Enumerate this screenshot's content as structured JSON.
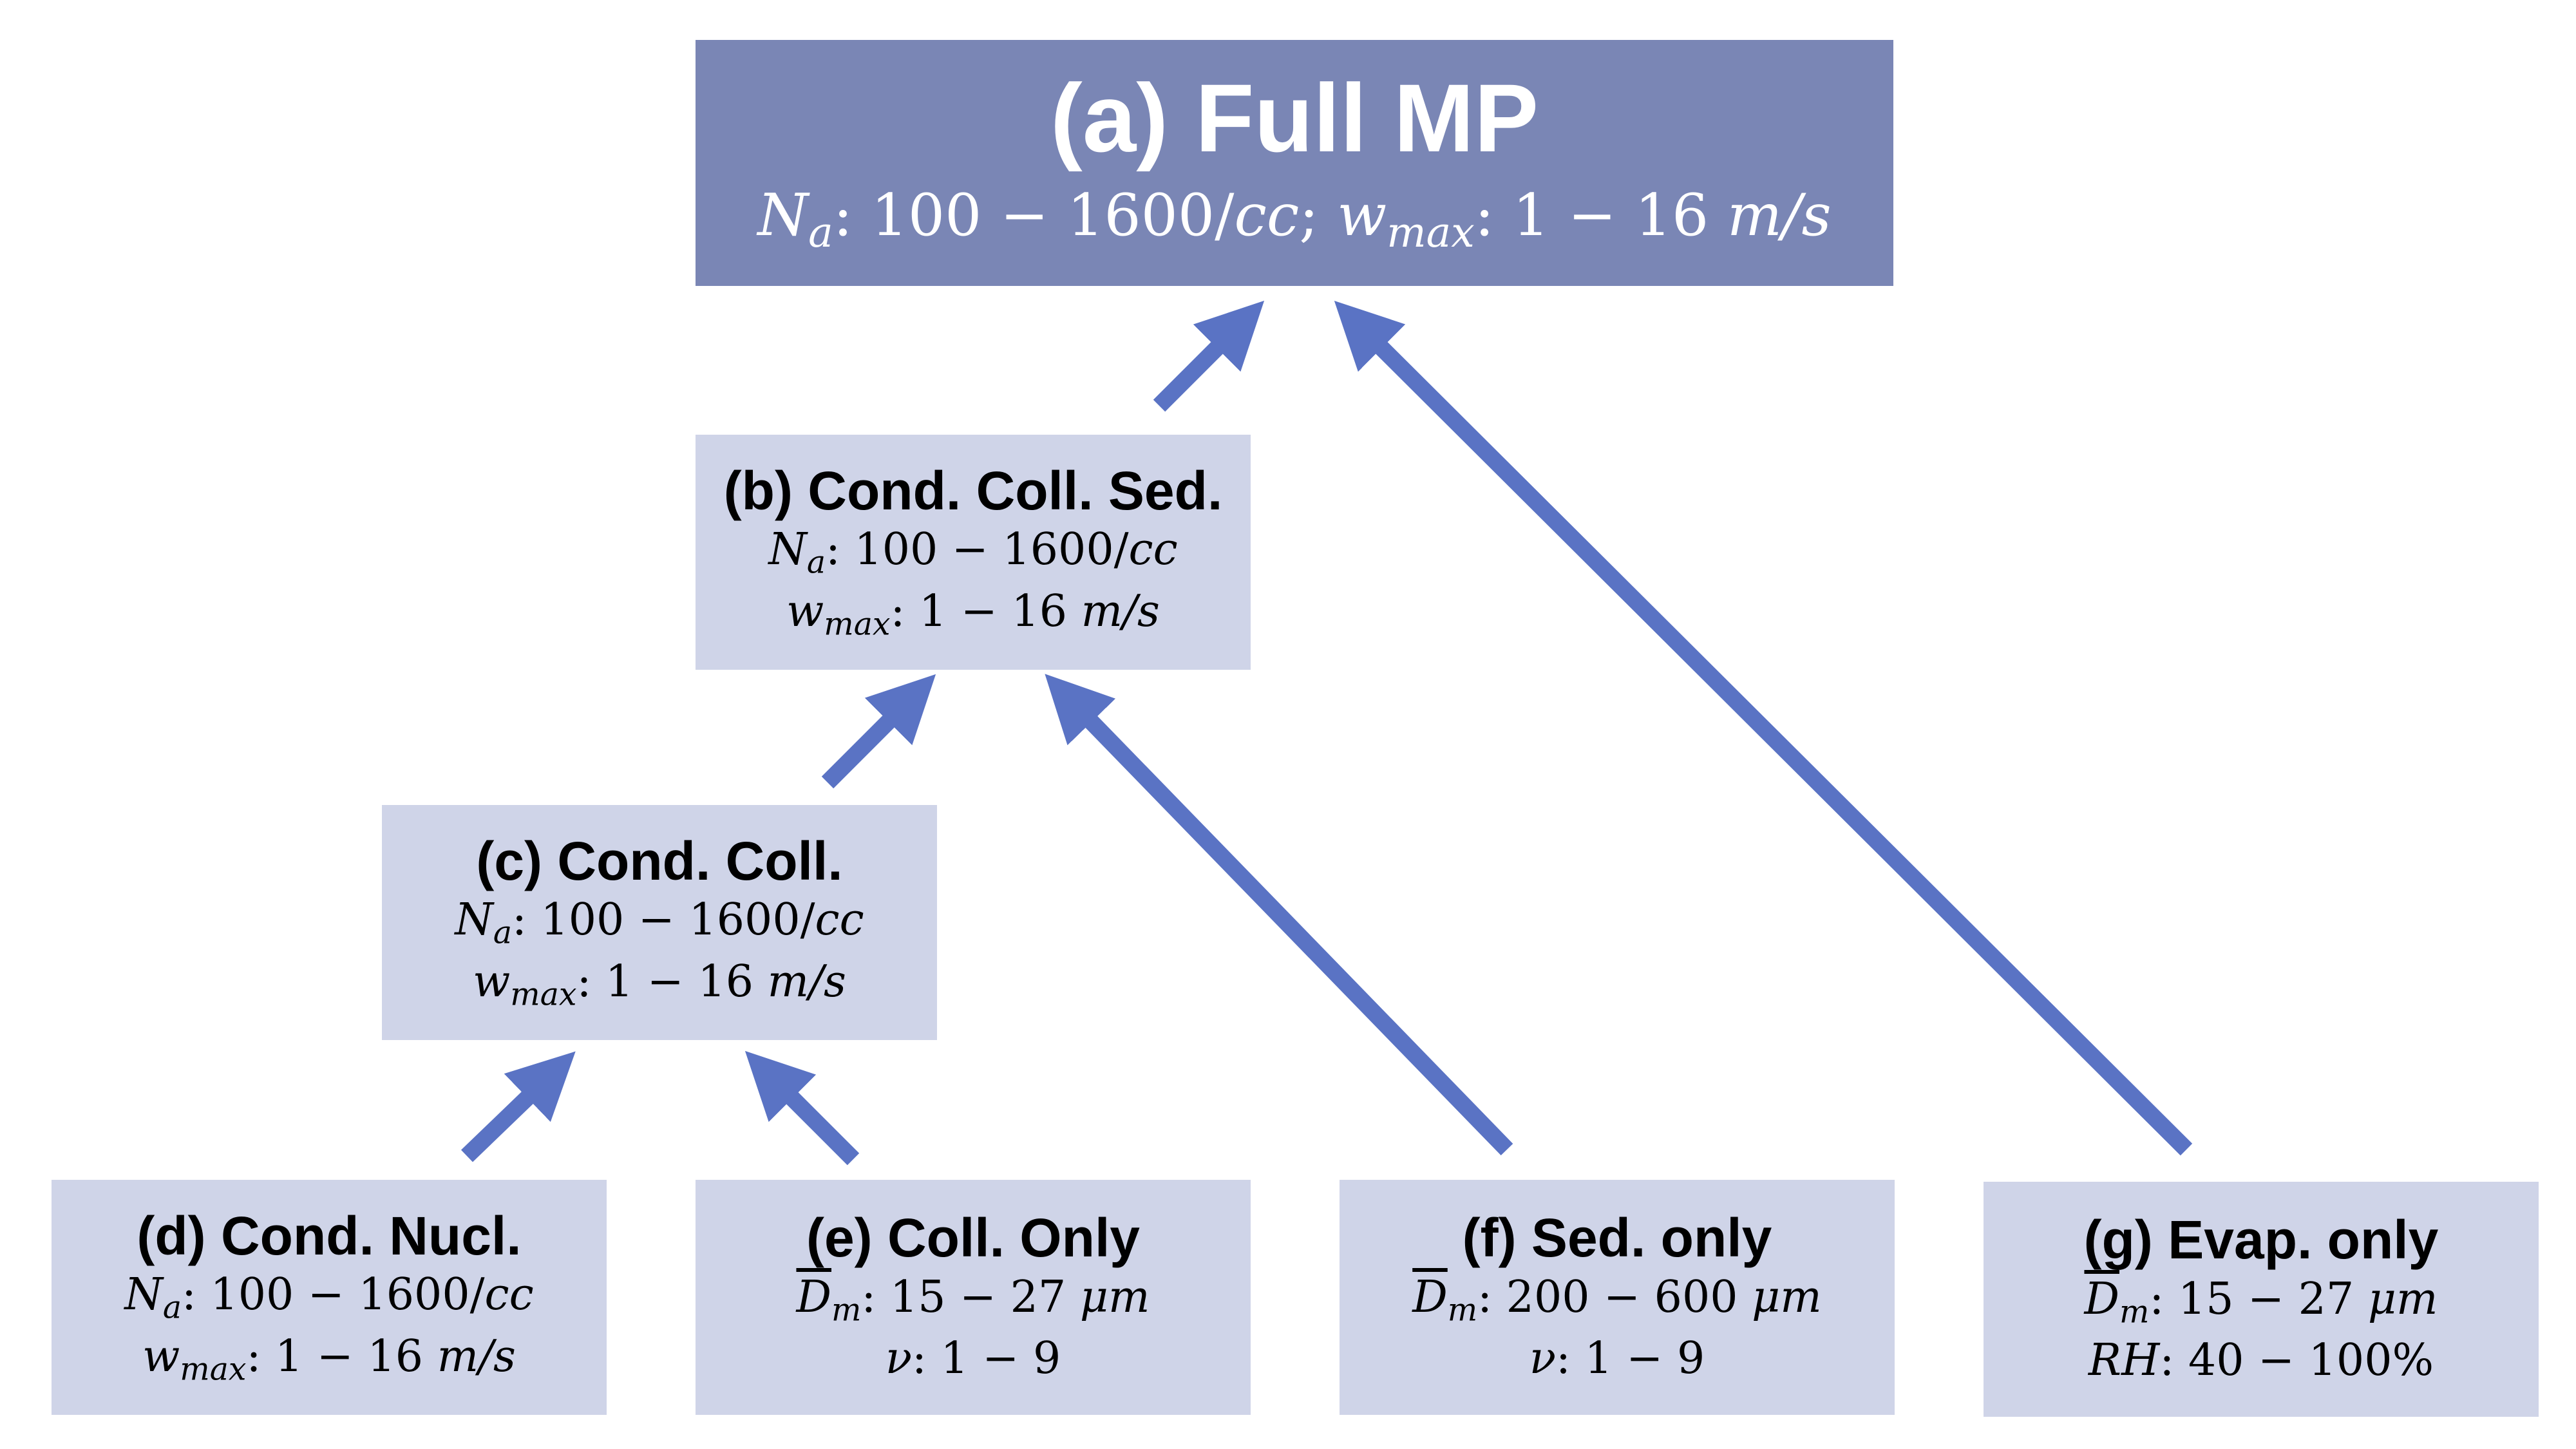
{
  "colors": {
    "top_box": "#7a86b5",
    "box": "#cfd4e8",
    "arrow": "#5a73c4"
  },
  "nodes": {
    "a": {
      "title": "(a) Full MP",
      "line1": {
        "sym1": "N",
        "sub1": "a",
        "text1": ": 100 − 1600/",
        "unit1": "cc",
        "sep": "; ",
        "sym2": "w",
        "sub2": "max",
        "text2": ": 1 − 16 ",
        "unit2": "m/s"
      }
    },
    "b": {
      "title": "(b) Cond. Coll. Sed.",
      "line1": {
        "sym": "N",
        "sub": "a",
        "text": ": 100 − 1600/",
        "unit": "cc"
      },
      "line2": {
        "sym": "w",
        "sub": "max",
        "text": ": 1 − 16 ",
        "unit": "m/s"
      }
    },
    "c": {
      "title": "(c) Cond. Coll.",
      "line1": {
        "sym": "N",
        "sub": "a",
        "text": ": 100 − 1600/",
        "unit": "cc"
      },
      "line2": {
        "sym": "w",
        "sub": "max",
        "text": ": 1 − 16 ",
        "unit": "m/s"
      }
    },
    "d": {
      "title": "(d) Cond. Nucl.",
      "line1": {
        "sym": "N",
        "sub": "a",
        "text": ": 100 − 1600/",
        "unit": "cc"
      },
      "line2": {
        "sym": "w",
        "sub": "max",
        "text": ": 1 − 16 ",
        "unit": "m/s"
      }
    },
    "e": {
      "title": "(e) Coll. Only",
      "line1": {
        "sym": "D",
        "sub": "m",
        "text": ": 15 − 27 ",
        "unit": "μm"
      },
      "line2": {
        "sym": "ν",
        "text": ": 1 − 9"
      }
    },
    "f": {
      "title": "(f) Sed. only",
      "line1": {
        "sym": "D",
        "sub": "m",
        "text": ": 200 − 600 ",
        "unit": "μm"
      },
      "line2": {
        "sym": "ν",
        "text": ": 1 − 9"
      }
    },
    "g": {
      "title": "(g) Evap. only",
      "line1": {
        "sym": "D",
        "sub": "m",
        "text": ": 15 − 27 ",
        "unit": "μm"
      },
      "line2": {
        "sym": "RH",
        "text": ": 40 − 100%"
      }
    }
  },
  "edges": [
    {
      "from": "b",
      "to": "a"
    },
    {
      "from": "g",
      "to": "a"
    },
    {
      "from": "c",
      "to": "b"
    },
    {
      "from": "f",
      "to": "b"
    },
    {
      "from": "d",
      "to": "c"
    },
    {
      "from": "e",
      "to": "c"
    }
  ]
}
